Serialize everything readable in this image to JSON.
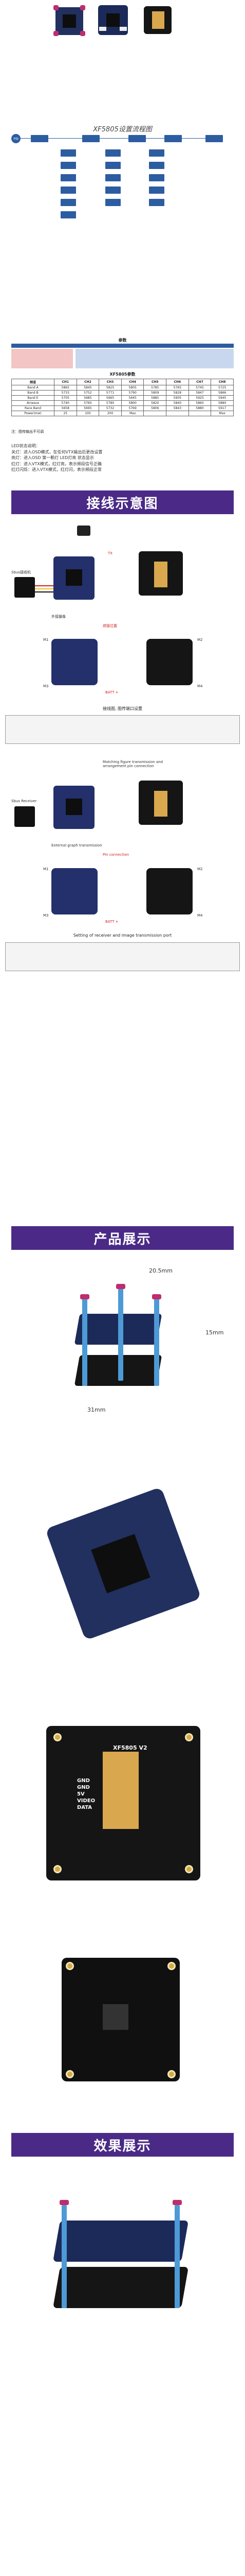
{
  "hero": {
    "images": [
      "stack-photo-1",
      "stack-photo-2",
      "board-back-photo"
    ]
  },
  "flow": {
    "title": "XF5805设置流程图",
    "start": "开始"
  },
  "params_table": {
    "title": "参数",
    "caption": "XF5805参数",
    "headers": [
      "频道",
      "CH1",
      "CH2",
      "CH3",
      "CH4",
      "CH5",
      "CH6",
      "CH7",
      "CH8"
    ],
    "rows": [
      [
        "Band A",
        "5865",
        "5845",
        "5825",
        "5805",
        "5785",
        "5765",
        "5745",
        "5725"
      ],
      [
        "Band B",
        "5733",
        "5752",
        "5771",
        "5790",
        "5809",
        "5828",
        "5847",
        "5866"
      ],
      [
        "Band E",
        "5705",
        "5685",
        "5665",
        "5645",
        "5885",
        "5905",
        "5925",
        "5945"
      ],
      [
        "Airwave",
        "5740",
        "5760",
        "5780",
        "5800",
        "5820",
        "5840",
        "5860",
        "5880"
      ],
      [
        "Race Band",
        "5658",
        "5695",
        "5732",
        "5769",
        "5806",
        "5843",
        "5880",
        "5917"
      ]
    ],
    "power_row": [
      "Power(mw)",
      "25",
      "100",
      "200",
      "Max",
      "",
      "",
      "",
      "Max"
    ],
    "note": "注：图传输出不可调"
  },
  "instructions": {
    "lines": [
      "LED状态说明：",
      "关灯：进入OSD模式，在任何VTX输出后更改设置",
      "亮灯：进入OSD  第一颗灯  LED灯亮  状态显示",
      "红灯：进入VTX模式，红灯亮，表示频段信号正确",
      "红灯闪烁：进入VTX模式，红灯闪，表示频段正常"
    ]
  },
  "wiring_cn": {
    "banner": "接线示意图",
    "labels": {
      "receiver": "Sbus接收机",
      "vtx_out": "TX",
      "camera": "外接摄像",
      "pin_note": "焊接位置",
      "batt": "BATT +",
      "m1": "M1",
      "m2": "M2",
      "m3": "M3",
      "m4": "M4"
    },
    "table_title": "接线图, 图传端口设置"
  },
  "wiring_en": {
    "labels": {
      "receiver": "Sbus Receiver",
      "vtx_note": "Matching figure transmission and arrangement pin connection",
      "camera": "External graph transmission",
      "pin_note": "Pin connection",
      "batt": "BATT +",
      "m1": "M1",
      "m2": "M2",
      "m3": "M3",
      "m4": "M4"
    },
    "table_title": "Setting of receiver and image transmission port"
  },
  "product_banner": "产品展示",
  "dimensions": {
    "width": "20.5mm",
    "height": "15mm",
    "depth": "31mm"
  },
  "back_board": {
    "model": "XF5805 V2",
    "pads": [
      "GND",
      "GND",
      "5V",
      "VIDEO",
      "DATA"
    ]
  },
  "effect_banner": "效果展示",
  "colors": {
    "banner_purple": "#4a2a86",
    "standoff_blue": "#4d9ad6",
    "nut_pink": "#bf2d6d",
    "pcb_dark": "#151515"
  }
}
